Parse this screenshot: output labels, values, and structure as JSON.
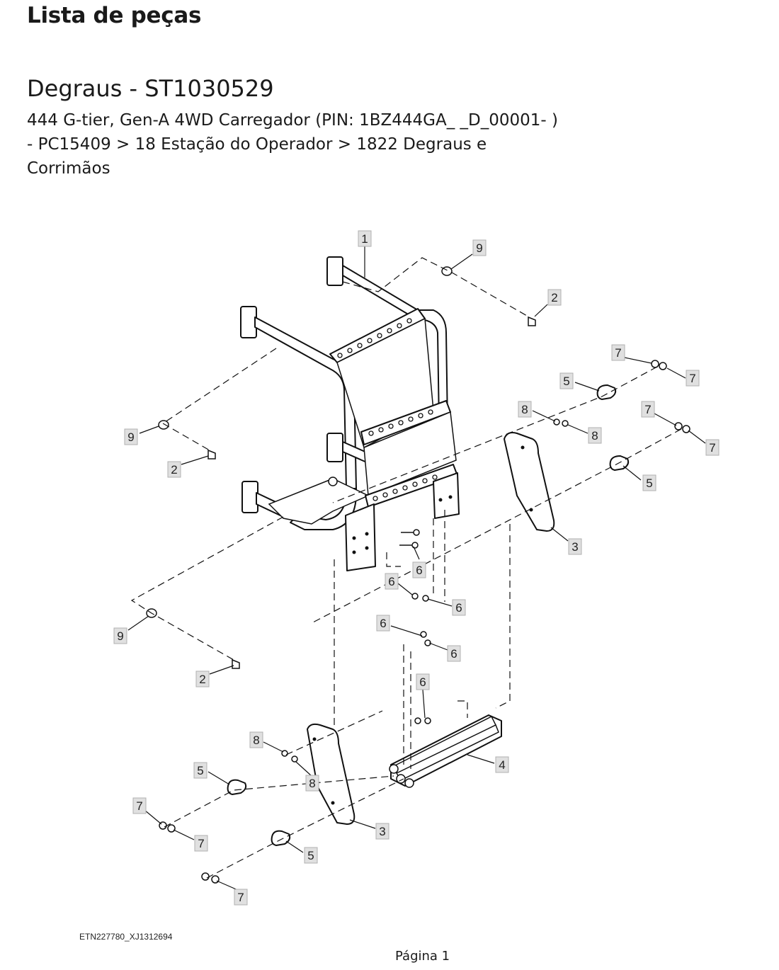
{
  "header": {
    "page_heading": "Lista de peças",
    "title": "Degraus - ST1030529",
    "subtitle_lines": [
      "444 G-tier, Gen-A 4WD Carregador (PIN: 1BZ444GA_ _D_00001- )",
      "- PC15409 > 18 Estação do Operador > 1822 Degraus e",
      "Corrimãos"
    ]
  },
  "diagram": {
    "callouts": [
      "1",
      "9",
      "2",
      "7",
      "7",
      "5",
      "8",
      "8",
      "7",
      "7",
      "5",
      "3",
      "9",
      "2",
      "6",
      "6",
      "6",
      "9",
      "2",
      "6",
      "6",
      "6",
      "8",
      "5",
      "8",
      "4",
      "3",
      "7",
      "7",
      "5",
      "7"
    ]
  },
  "footer": {
    "figure_id": "ETN227780_XJ1312694",
    "page_number": "Página 1"
  }
}
